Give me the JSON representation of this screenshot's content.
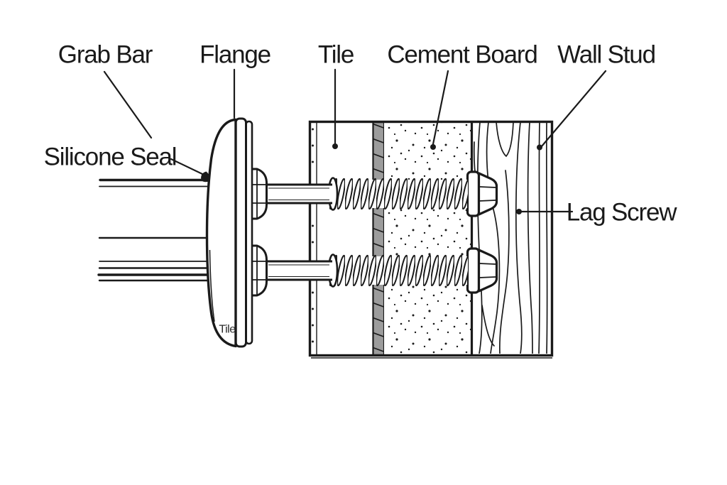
{
  "figure": {
    "labels": {
      "grab_bar": "Grab Bar",
      "flange": "Flange",
      "tile": "Tile",
      "cement_board": "Cement Board",
      "wall_stud": "Wall Stud",
      "silicone_seal": "Silicone Seal",
      "lag_screw": "Lag Screw",
      "flange_inscription": "Tile"
    },
    "colors": {
      "line": "#1a1a1a",
      "thinset_gray": "#9c9c9c",
      "background": "#ffffff"
    }
  }
}
